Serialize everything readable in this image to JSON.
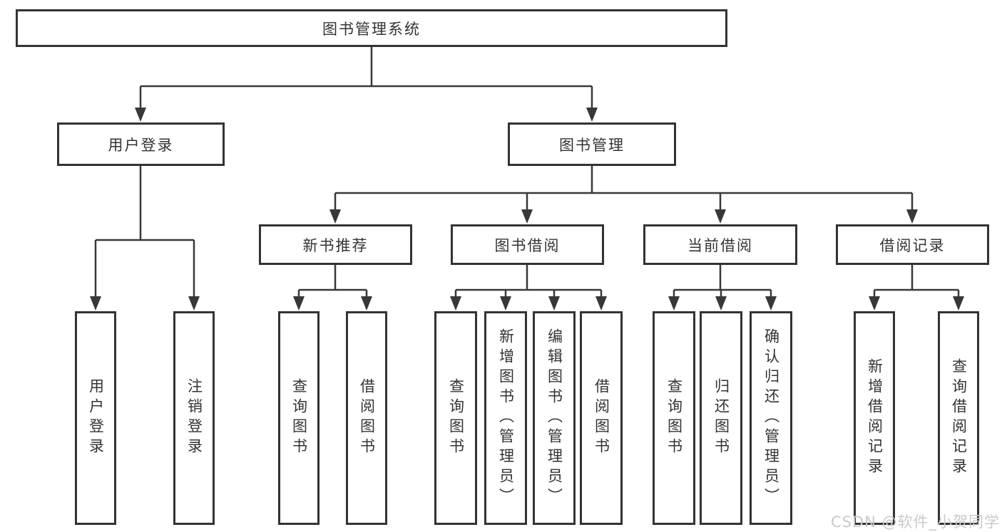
{
  "diagram": {
    "root": {
      "label": "图书管理系统"
    },
    "branches": [
      {
        "label": "用户登录",
        "children": [
          "用户登录",
          "注销登录"
        ]
      },
      {
        "label": "图书管理",
        "groups": [
          {
            "label": "新书推荐",
            "children": [
              "查询图书",
              "借阅图书"
            ]
          },
          {
            "label": "图书借阅",
            "children": [
              "查询图书",
              "新增图书（管理员）",
              "编辑图书（管理员）",
              "借阅图书"
            ]
          },
          {
            "label": "当前借阅",
            "children": [
              "查询图书",
              "归还图书",
              "确认归还（管理员）"
            ]
          },
          {
            "label": "借阅记录",
            "children": [
              "新增借阅记录",
              "查询借阅记录"
            ]
          }
        ]
      }
    ],
    "watermark": "CSDN @软件_小贺同学",
    "colors": {
      "line": "#383838",
      "box_border": "#333333",
      "text": "#333333",
      "watermark": "#c9c9c9",
      "background": "#ffffff"
    }
  }
}
